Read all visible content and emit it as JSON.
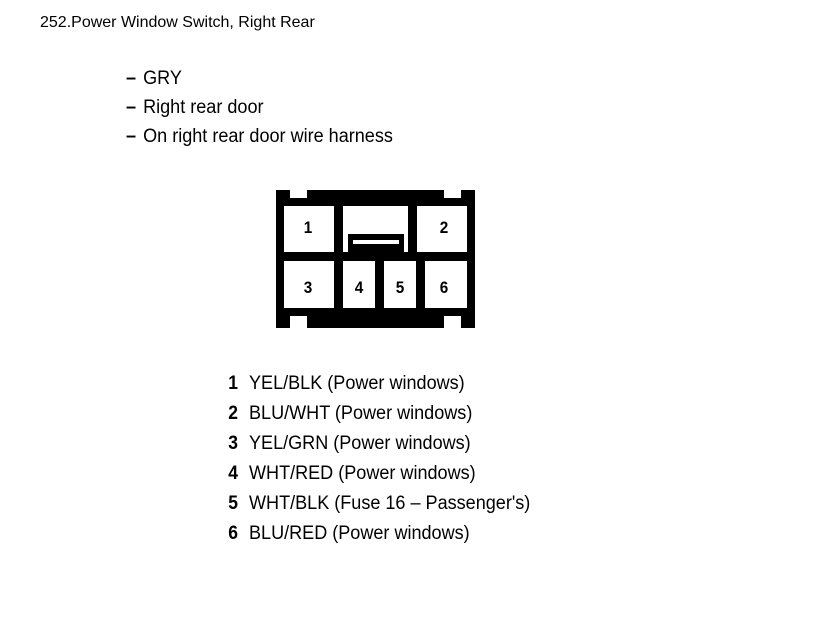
{
  "page": {
    "background_color": "#ffffff",
    "ink_color": "#000000"
  },
  "title": {
    "number": "252.",
    "text": "Power Window Switch, Right Rear"
  },
  "details": {
    "dash": "–",
    "items": [
      {
        "label": "GRY"
      },
      {
        "label": "Right rear door"
      },
      {
        "label": "On right rear door wire harness"
      }
    ]
  },
  "connector": {
    "name": "6-way connector",
    "top_row_pins": [
      "1",
      "2"
    ],
    "bottom_row_pins": [
      "3",
      "4",
      "5",
      "6"
    ],
    "latch_tab": "center-latch-tab"
  },
  "pin_legend": [
    {
      "pin": "1",
      "description": "YEL/BLK (Power windows)"
    },
    {
      "pin": "2",
      "description": "BLU/WHT (Power windows)"
    },
    {
      "pin": "3",
      "description": "YEL/GRN (Power windows)"
    },
    {
      "pin": "4",
      "description": "WHT/RED (Power windows)"
    },
    {
      "pin": "5",
      "description": "WHT/BLK (Fuse 16 – Passenger's)"
    },
    {
      "pin": "6",
      "description": "BLU/RED (Power windows)"
    }
  ]
}
